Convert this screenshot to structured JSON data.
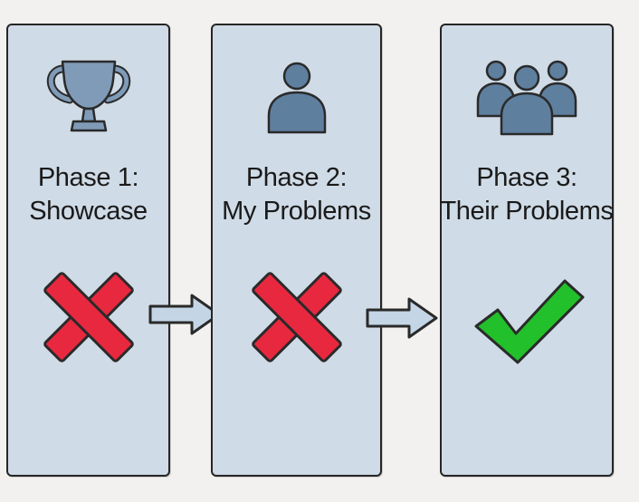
{
  "phases": [
    {
      "title_line1": "Phase 1:",
      "title_line2": "Showcase",
      "icon": "trophy-icon",
      "status": "rejected",
      "status_icon": "red-x-icon"
    },
    {
      "title_line1": "Phase 2:",
      "title_line2": "My Problems",
      "icon": "person-icon",
      "status": "rejected",
      "status_icon": "red-x-icon"
    },
    {
      "title_line1": "Phase 3:",
      "title_line2": "Their Problems",
      "icon": "group-icon",
      "status": "approved",
      "status_icon": "green-checkmark-icon"
    }
  ],
  "arrows": [
    "right-arrow-icon",
    "right-arrow-icon"
  ],
  "colors": {
    "background": "#f2f1ef",
    "panel_fill": "#cfdbe6",
    "panel_border": "#262626",
    "icon_fill": "#5f7f9f",
    "x_mark": "#e8283f",
    "check_mark": "#22c02a",
    "arrow_fill": "#c4d6e6"
  }
}
